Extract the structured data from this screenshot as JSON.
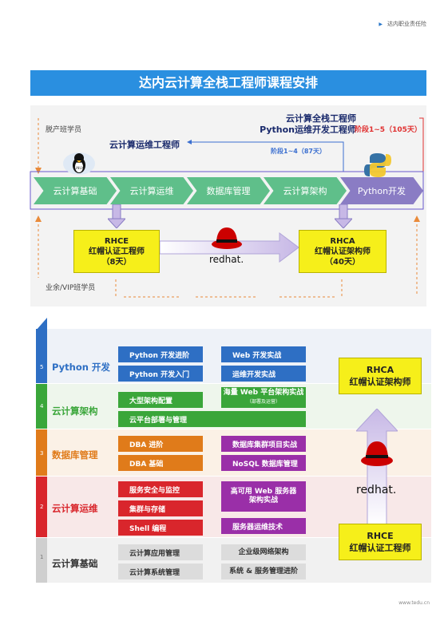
{
  "header": {
    "note": "达内职业责任险"
  },
  "banner": {
    "title": "达内云计算全栈工程师课程安排"
  },
  "top": {
    "role_fullstack": "云计算全栈工程师",
    "role_python": "Python运维开发工程师",
    "role_ops": "云计算运维工程师",
    "stage_full": "阶段1~5（105天）",
    "stage_ops": "阶段1~4（87天）",
    "label_fulltime": "脱产班学员",
    "label_parttime": "业余/VIP班学员",
    "track": [
      "云计算基础",
      "云计算运维",
      "数据库管理",
      "云计算架构",
      "Python开发"
    ],
    "rhce": {
      "line1": "RHCE",
      "line2": "红帽认证工程师",
      "line3": "（8天）"
    },
    "rhca": {
      "line1": "RHCA",
      "line2": "红帽认证架构师",
      "line3": "（40天）"
    },
    "redhat_text": "redhat."
  },
  "levels": [
    {
      "num": "5",
      "name": "Python 开发",
      "color": "#2e6fc4",
      "left": [
        "Python 开发进阶",
        "Python 开发入门"
      ],
      "right": [
        {
          "text": "Web 开发实战"
        },
        {
          "text": "运维开发实战"
        }
      ]
    },
    {
      "num": "4",
      "name": "云计算架构",
      "color": "#3aa63a",
      "left": [
        "大型架构配置",
        "云平台部署与管理"
      ],
      "right": [
        {
          "text": "海量 Web 平台架构实战",
          "sub": "（部署及运营）"
        }
      ]
    },
    {
      "num": "3",
      "name": "数据库管理",
      "color": "#e07b1a",
      "left": [
        "DBA 进阶",
        "DBA 基础"
      ],
      "right": [
        {
          "text": "数据库集群项目实战"
        },
        {
          "text": "NoSQL 数据库管理"
        }
      ]
    },
    {
      "num": "2",
      "name": "云计算运维",
      "color": "#d9262c",
      "left": [
        "服务安全与监控",
        "集群与存储",
        "Shell 编程"
      ],
      "right": [
        {
          "text": "高可用 Web 服务器架构实战"
        },
        {
          "text": "服务器运维技术"
        }
      ]
    },
    {
      "num": "1",
      "name": "云计算基础",
      "color": "#cfcfcf",
      "left": [
        "云计算应用管理",
        "云计算系统管理"
      ],
      "right": [
        {
          "text": "企业级网络架构"
        },
        {
          "text": "系统 & 服务管理进阶"
        }
      ]
    }
  ],
  "certs": {
    "rhca": {
      "line1": "RHCA",
      "line2": "红帽认证架构师"
    },
    "rhce": {
      "line1": "RHCE",
      "line2": "红帽认证工程师"
    },
    "redhat_text": "redhat."
  },
  "footer": {
    "url": "www.tedu.cn"
  },
  "colors": {
    "banner": "#2a8fe0",
    "python": "#2e6fc4",
    "arch": "#3aa63a",
    "db": "#e07b1a",
    "ops": "#d9262c",
    "basic": "#cfcfcf",
    "cert": "#f6ef1a",
    "redline": "#e03030"
  }
}
